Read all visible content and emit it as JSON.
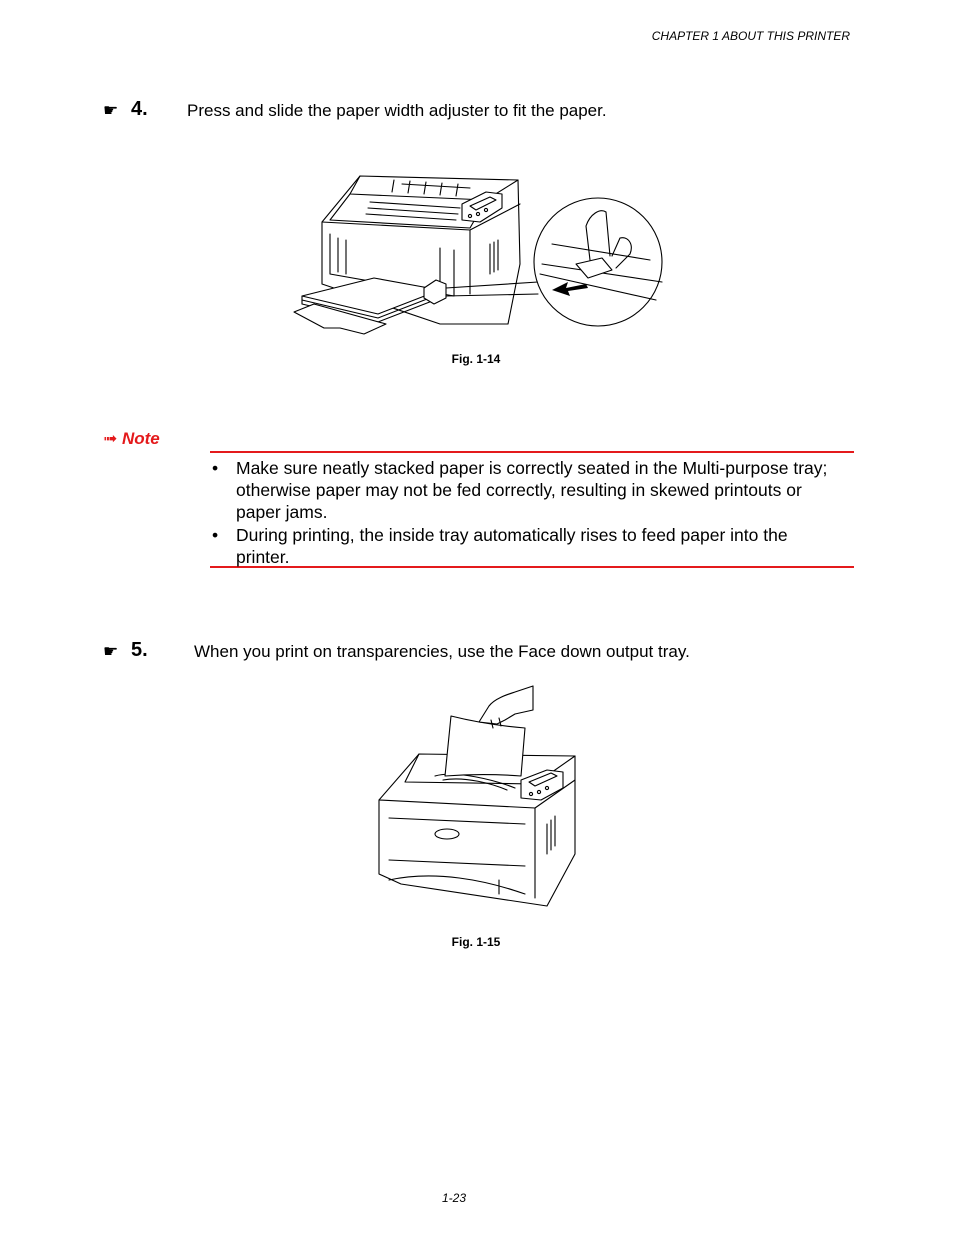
{
  "header": {
    "chapter": "CHAPTER 1 ABOUT THIS PRINTER"
  },
  "steps": [
    {
      "icon": "pointing-hand-icon",
      "glyph": "☛",
      "number": "4.",
      "text": "Press and slide the paper width adjuster to fit the paper."
    },
    {
      "icon": "pointing-hand-icon",
      "glyph": "☛",
      "number": "5.",
      "text": "When you print on transparencies, use the Face down output tray."
    }
  ],
  "figures": [
    {
      "caption": "Fig. 1-14"
    },
    {
      "caption": "Fig. 1-15"
    }
  ],
  "note": {
    "icon": "note-arrow-icon",
    "glyph": "➟",
    "title": "Note",
    "items": [
      "Make sure neatly stacked paper is correctly seated in the Multi-purpose tray; otherwise paper may not be fed correctly, resulting in skewed printouts or paper jams.",
      "During printing, the inside tray automatically rises to feed paper into the printer."
    ],
    "accent_color": "#e41a1c"
  },
  "footer": {
    "page_number": "1-23"
  }
}
